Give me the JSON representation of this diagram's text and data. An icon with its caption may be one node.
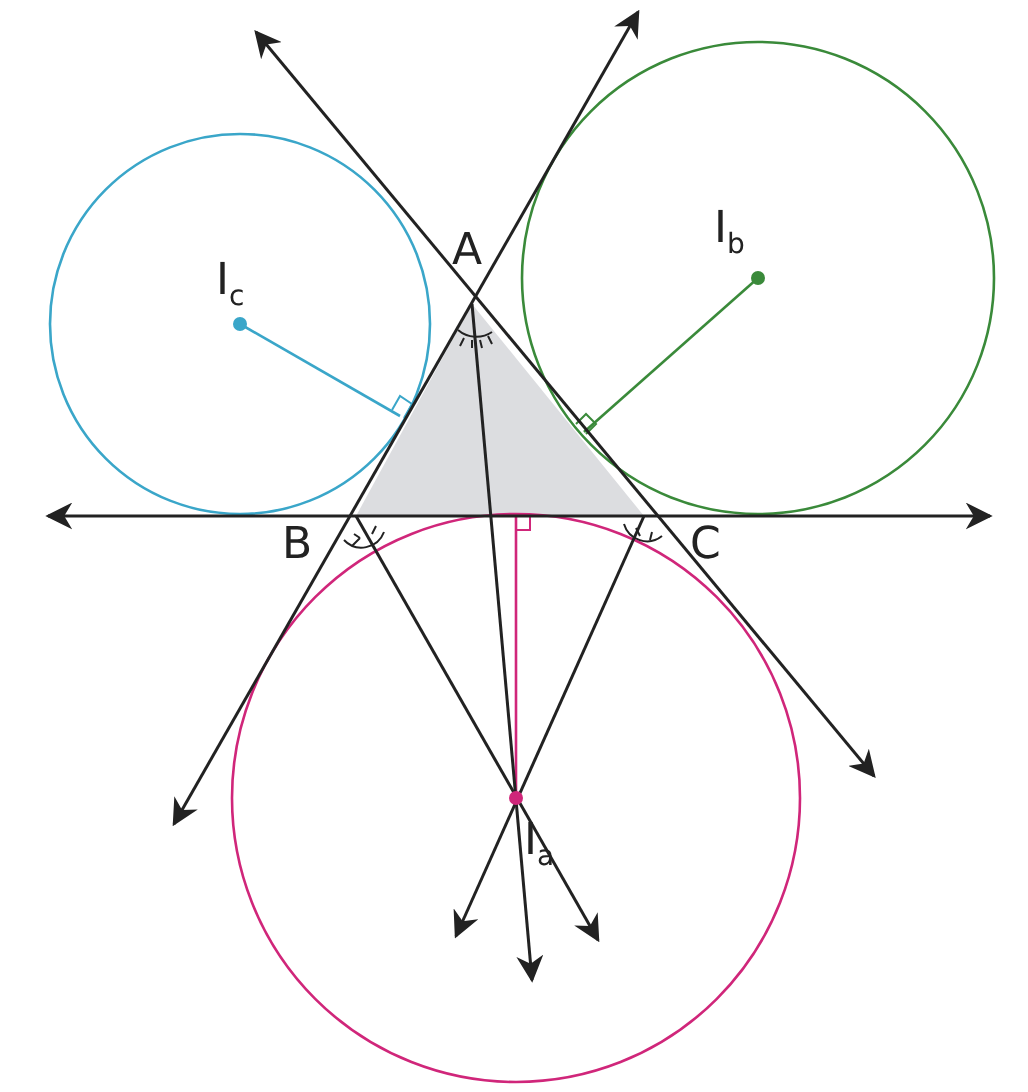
{
  "diagram": {
    "labels": [
      "I$_{c}$",
      "A",
      "I$_{b}$",
      "B",
      "C",
      "I$_{a}$"
    ]
  }
}
